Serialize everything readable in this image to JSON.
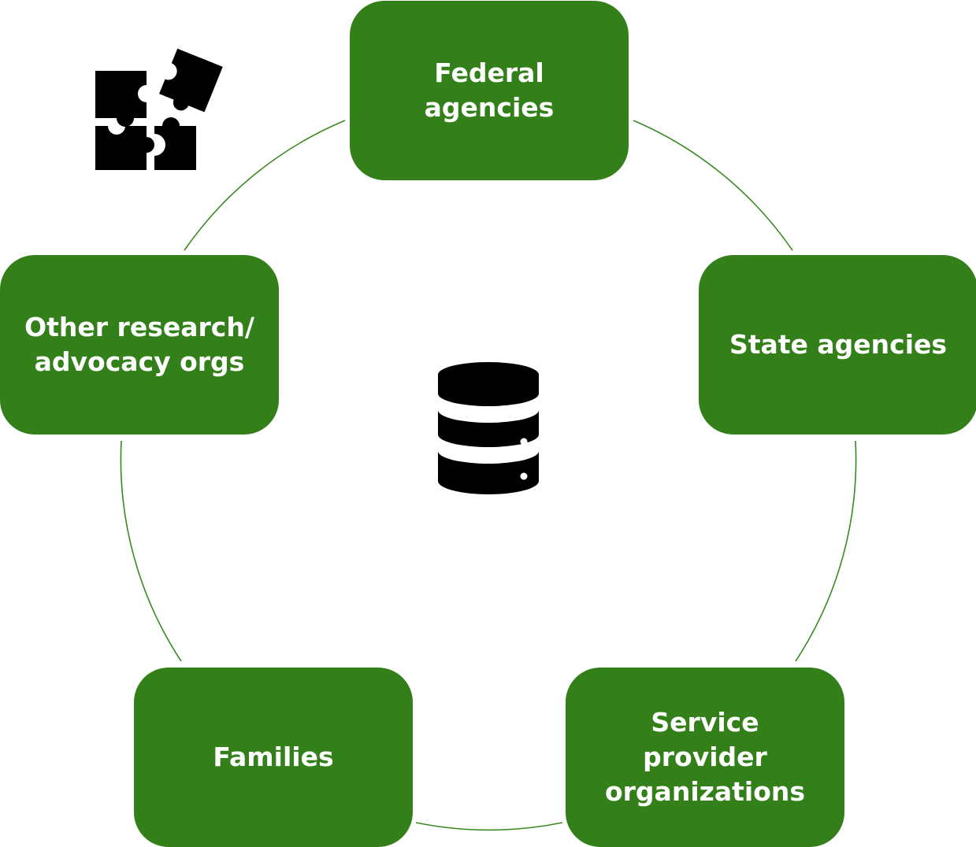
{
  "colors": {
    "node_fill": "#33801a",
    "connector": "#3a8a22",
    "node_text": "#ffffff",
    "icon": "#000000"
  },
  "nodes": [
    {
      "label": "Federal\nagencies"
    },
    {
      "label": "State agencies"
    },
    {
      "label": "Service\nprovider\norganizations"
    },
    {
      "label": "Families"
    },
    {
      "label": "Other research/\nadvocacy orgs"
    }
  ],
  "icons": {
    "top_left": "puzzle-icon",
    "center": "database-icon"
  }
}
